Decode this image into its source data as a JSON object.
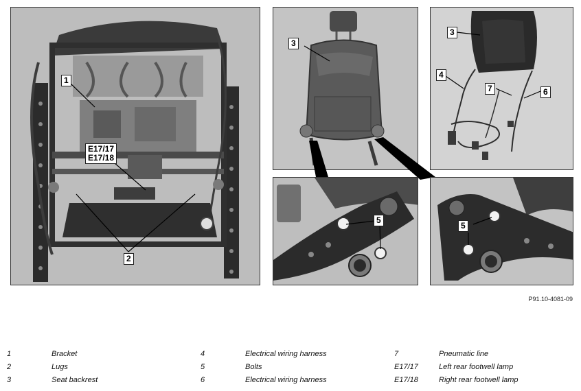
{
  "callouts": {
    "p1_bracket": "1",
    "p1_lamps": "E17/17\nE17/18",
    "p1_lugs": "2",
    "p2_backrest": "3",
    "p3_backrest": "3",
    "p3_harness_left": "4",
    "p3_pneumatic": "7",
    "p3_harness_right": "6",
    "p4_bolts": "5",
    "p5_bolts": "5"
  },
  "reference_code": "P91.10-4081-09",
  "legend": [
    {
      "num": "1",
      "text": "Bracket"
    },
    {
      "num": "2",
      "text": "Lugs"
    },
    {
      "num": "3",
      "text": "Seat backrest"
    },
    {
      "num": "4",
      "text": "Electrical wiring harness"
    },
    {
      "num": "5",
      "text": "Bolts"
    },
    {
      "num": "6",
      "text": "Electrical wiring harness"
    },
    {
      "num": "7",
      "text": "Pneumatic line"
    },
    {
      "num": "E17/17",
      "text": "Left rear footwell lamp"
    },
    {
      "num": "E17/18",
      "text": "Right rear footwell lamp"
    }
  ]
}
